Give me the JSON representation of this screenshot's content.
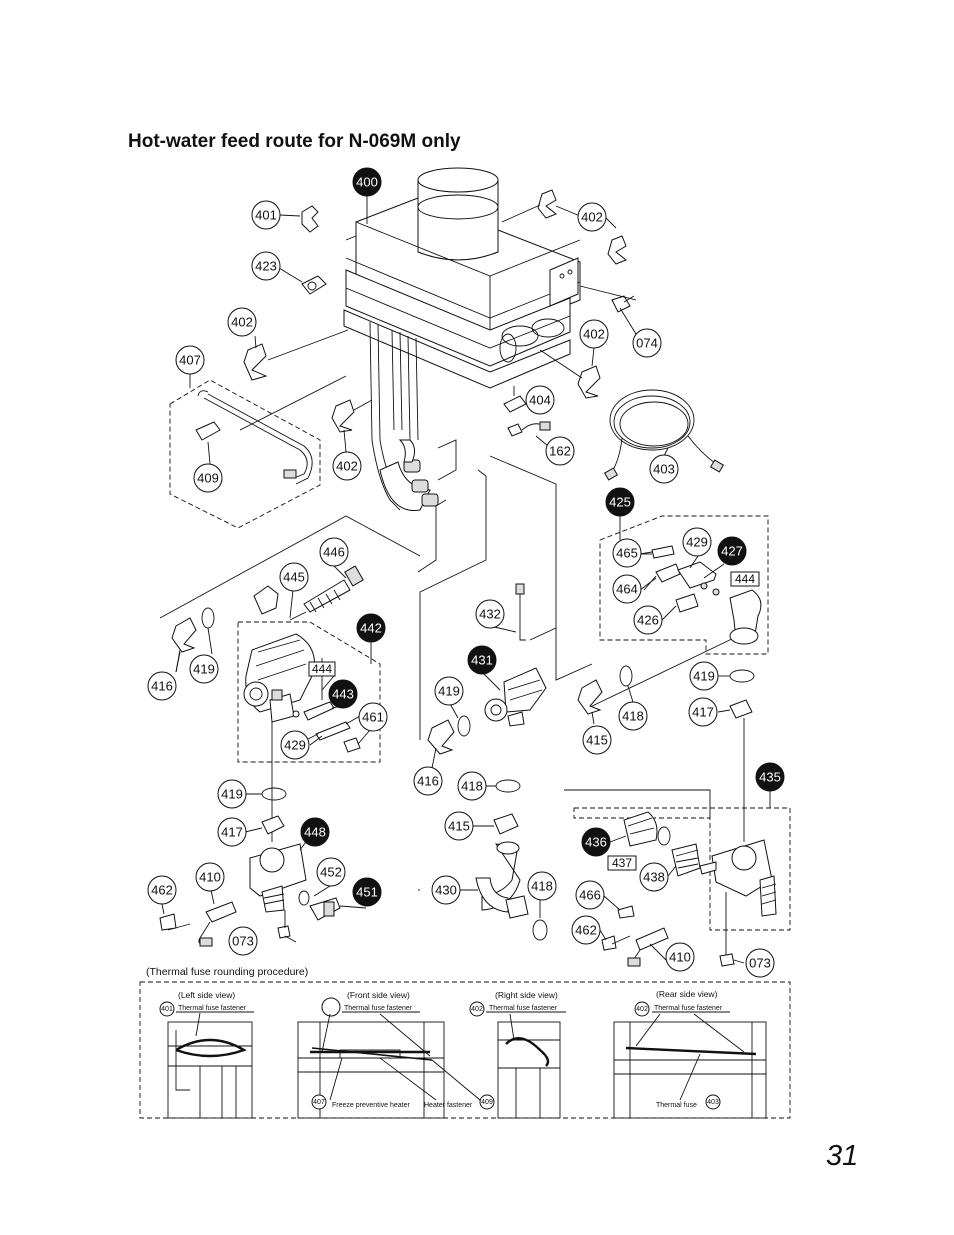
{
  "title": "Hot-water feed route for N-069M only",
  "page_number": "31",
  "callouts": {
    "c400": "400",
    "c401": "401",
    "c402a": "402",
    "c402b": "402",
    "c402c": "402",
    "c402d": "402",
    "c423": "423",
    "c074": "074",
    "c407": "407",
    "c409": "409",
    "c404": "404",
    "c162": "162",
    "c403": "403",
    "c425": "425",
    "c465": "465",
    "c429a": "429",
    "c427": "427",
    "c464": "464",
    "c426": "426",
    "c446": "446",
    "c445": "445",
    "c442": "442",
    "c416a": "416",
    "c419a": "419",
    "c443": "443",
    "c461": "461",
    "c429b": "429",
    "c432": "432",
    "c431": "431",
    "c419b": "419",
    "c416b": "416",
    "c418a": "418",
    "c415a": "415",
    "c419c": "419",
    "c417a": "417",
    "c435": "435",
    "c419d": "419",
    "c417b": "417",
    "c448": "448",
    "c418b": "418",
    "c415b": "415",
    "c436": "436",
    "c437": "437",
    "c438": "438",
    "c462a": "462",
    "c410a": "410",
    "c452": "452",
    "c451": "451",
    "c430": "430",
    "c418c": "418",
    "c466": "466",
    "c462b": "462",
    "c410b": "410",
    "c073a": "073",
    "c073b": "073",
    "c444a": "444",
    "c444b": "444"
  },
  "procedure": {
    "heading": "(Thermal fuse rounding procedure)",
    "views": {
      "left": "(Left side view)",
      "front": "(Front side view)",
      "right": "(Right side view)",
      "rear": "(Rear side view)"
    },
    "labels": {
      "fastener1": "Thermal fuse fastener",
      "fastener2": "Thermal fuse fastener",
      "fastener3": "Thermal fuse fastener",
      "fastener4": "Thermal fuse fastener",
      "freeze_heater": "Freeze preventive heater",
      "heater_fastener": "Heater fastener",
      "thermal_fuse": "Thermal fuse"
    },
    "numbers": {
      "n401": "401",
      "n402a": "402",
      "n402b": "402",
      "n407": "407",
      "n409": "409",
      "n403": "403"
    }
  }
}
